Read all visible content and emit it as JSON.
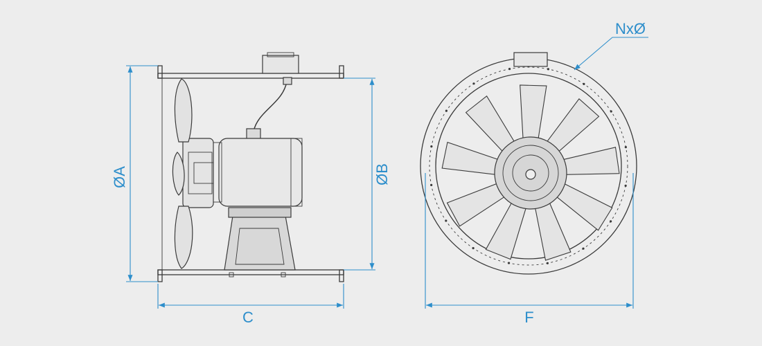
{
  "dimensions": {
    "diameter_a": "ØA",
    "diameter_b": "ØB",
    "length_c": "C",
    "flange_f": "F",
    "holes_n": "NxØ"
  },
  "colors": {
    "background": "#ededed",
    "line": "#3a3a3a",
    "dimension": "#2d8ecb",
    "part_fill": "#e8e8e8",
    "part_shade": "#d6d6d6"
  },
  "views": {
    "side": {
      "blade_count_visible": 3
    },
    "front": {
      "blade_count": 9,
      "flange_hole_count": 16
    }
  }
}
